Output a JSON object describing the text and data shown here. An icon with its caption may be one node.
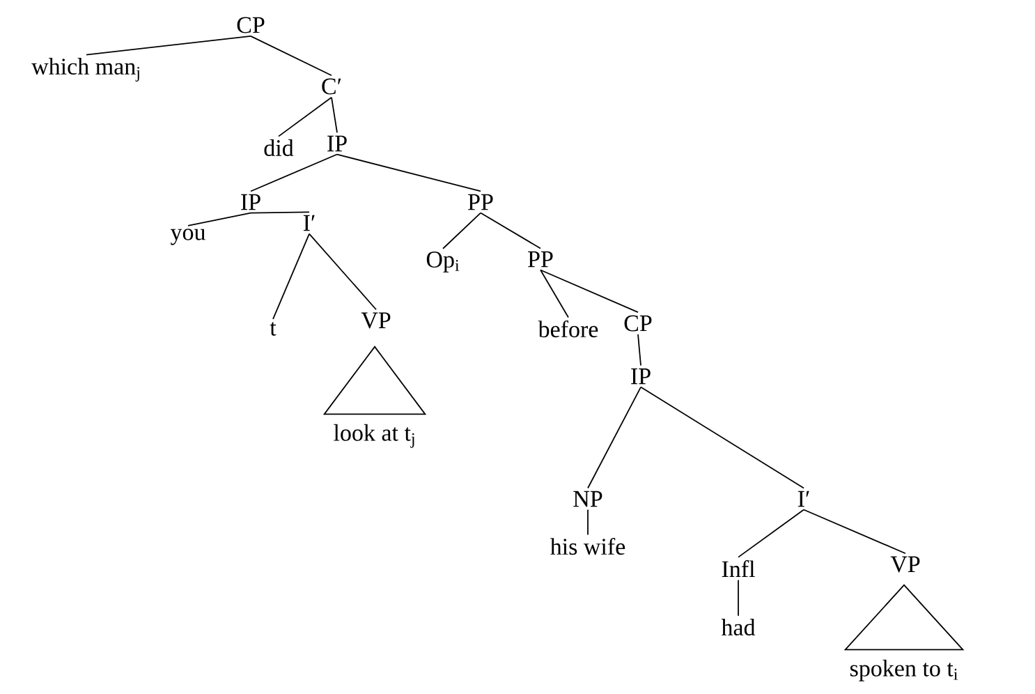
{
  "diagram": {
    "nodes": [
      {
        "text": [
          "CP"
        ]
      },
      {
        "text": [
          "which man$_{j}$"
        ]
      },
      {
        "text": [
          "C′"
        ]
      },
      {
        "text": [
          "did"
        ]
      },
      {
        "text": [
          "IP"
        ]
      },
      {
        "text": [
          "IP"
        ]
      },
      {
        "text": [
          "PP"
        ]
      },
      {
        "text": [
          "you"
        ]
      },
      {
        "text": [
          "I′"
        ]
      },
      {
        "text": [
          "Op$_{i}$"
        ]
      },
      {
        "text": [
          "PP"
        ]
      },
      {
        "text": [
          "t"
        ]
      },
      {
        "text": [
          "VP"
        ]
      },
      {
        "text": [],
        "shape": "triangle",
        "beside": [
          "look at t$_{j}$"
        ]
      },
      {
        "text": [
          "before"
        ]
      },
      {
        "text": [
          "CP"
        ]
      },
      {
        "text": [
          "IP"
        ]
      },
      {
        "text": [
          "NP"
        ]
      },
      {
        "text": [
          "I′"
        ]
      },
      {
        "text": [
          "his wife"
        ]
      },
      {
        "text": [
          "Infl"
        ]
      },
      {
        "text": [
          "VP"
        ]
      },
      {
        "text": [
          "had"
        ]
      },
      {
        "text": [],
        "shape": "triangle",
        "beside": [
          "spoken to t$_{i}$"
        ]
      }
    ],
    "edges": [
      {
        "from": 0,
        "to": 1,
        "arrow": "none"
      },
      {
        "from": 0,
        "to": 2,
        "arrow": "none"
      },
      {
        "from": 2,
        "to": 3,
        "arrow": "none"
      },
      {
        "from": 2,
        "to": 4,
        "arrow": "none"
      },
      {
        "from": 4,
        "to": 5,
        "arrow": "none"
      },
      {
        "from": 4,
        "to": 6,
        "arrow": "none"
      },
      {
        "from": 5,
        "to": 7,
        "arrow": "none"
      },
      {
        "from": 5,
        "to": 8,
        "arrow": "none"
      },
      {
        "from": 6,
        "to": 9,
        "arrow": "none"
      },
      {
        "from": 6,
        "to": 10,
        "arrow": "none"
      },
      {
        "from": 8,
        "to": 11,
        "arrow": "none"
      },
      {
        "from": 8,
        "to": 12,
        "arrow": "none"
      },
      {
        "from": 10,
        "to": 14,
        "arrow": "none"
      },
      {
        "from": 10,
        "to": 15,
        "arrow": "none"
      },
      {
        "from": 15,
        "to": 16,
        "arrow": "none"
      },
      {
        "from": 16,
        "to": 17,
        "arrow": "none"
      },
      {
        "from": 16,
        "to": 18,
        "arrow": "none"
      },
      {
        "from": 17,
        "to": 19,
        "arrow": "none"
      },
      {
        "from": 18,
        "to": 20,
        "arrow": "none"
      },
      {
        "from": 18,
        "to": 21,
        "arrow": "none"
      },
      {
        "from": 20,
        "to": 22,
        "arrow": "none"
      }
    ]
  }
}
